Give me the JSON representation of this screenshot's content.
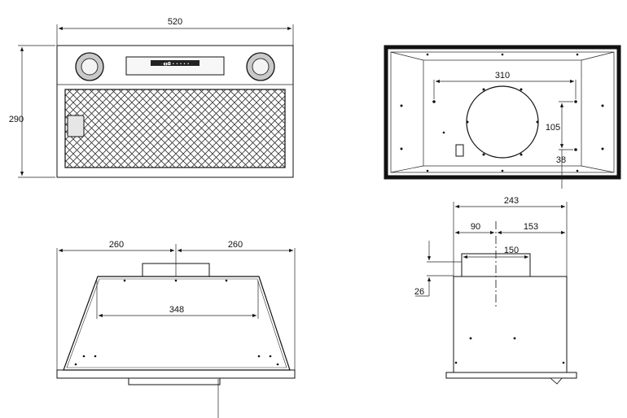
{
  "front_view": {
    "width_label": "520",
    "height_label": "290",
    "control_panel_text": "· ◖◗◘ • • • • •"
  },
  "top_view": {
    "bolt_spacing_label": "310",
    "bolt_height_label": "105",
    "offset_label": "38"
  },
  "bottom_view": {
    "left_half_label": "260",
    "right_half_label": "260",
    "inner_width_label": "348"
  },
  "side_view": {
    "depth_label": "243",
    "front_offset_label": "90",
    "rear_offset_label": "153",
    "duct_label": "150",
    "duct_height_label": "26"
  }
}
